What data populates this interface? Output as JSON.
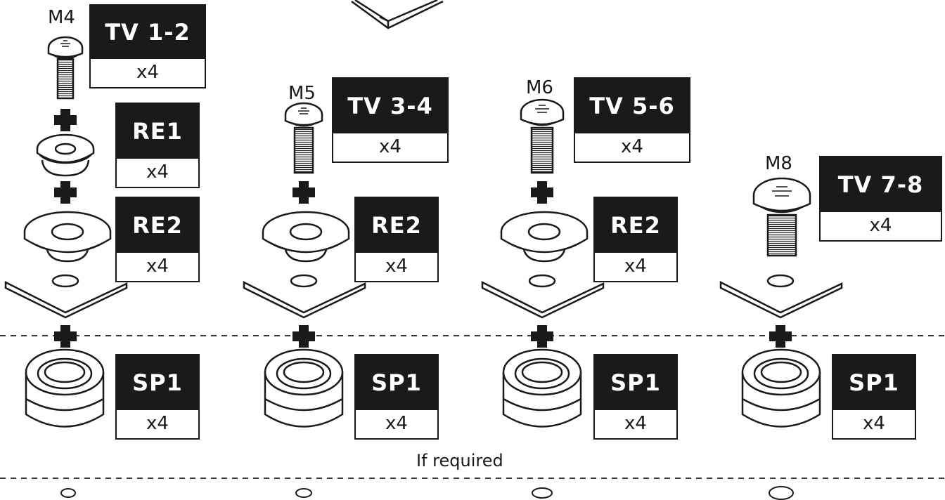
{
  "columns": [
    {
      "screw": "M4",
      "labels": [
        {
          "code": "TV 1-2",
          "qty": "x4"
        },
        {
          "code": "RE1",
          "qty": "x4"
        },
        {
          "code": "RE2",
          "qty": "x4"
        },
        {
          "code": "SP1",
          "qty": "x4"
        }
      ]
    },
    {
      "screw": "M5",
      "labels": [
        {
          "code": "TV 3-4",
          "qty": "x4"
        },
        {
          "code": "RE2",
          "qty": "x4"
        },
        {
          "code": "SP1",
          "qty": "x4"
        }
      ]
    },
    {
      "screw": "M6",
      "labels": [
        {
          "code": "TV 5-6",
          "qty": "x4"
        },
        {
          "code": "RE2",
          "qty": "x4"
        },
        {
          "code": "SP1",
          "qty": "x4"
        }
      ]
    },
    {
      "screw": "M8",
      "labels": [
        {
          "code": "TV 7-8",
          "qty": "x4"
        },
        {
          "code": "SP1",
          "qty": "x4"
        }
      ]
    }
  ],
  "note": "If required",
  "colors": {
    "ink": "#1a1a1a",
    "paper": "#ffffff"
  }
}
